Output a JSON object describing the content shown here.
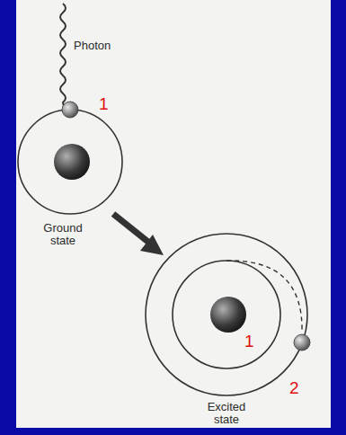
{
  "diagram": {
    "labels": [
      "Photon",
      "1",
      "Ground state",
      "1",
      "2",
      "Excited state"
    ]
  }
}
